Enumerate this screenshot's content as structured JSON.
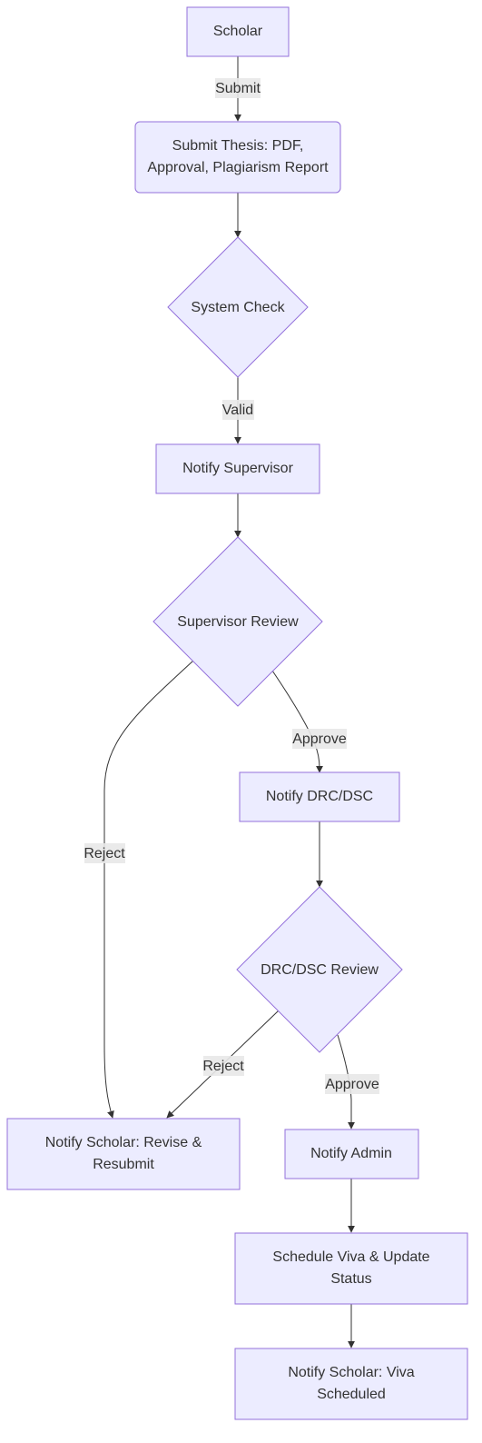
{
  "nodes": {
    "scholar": "Scholar",
    "submit_thesis": [
      "Submit Thesis: PDF,",
      "Approval, Plagiarism Report"
    ],
    "system_check": "System Check",
    "notify_supervisor": "Notify Supervisor",
    "supervisor_review": "Supervisor Review",
    "notify_drc_dsc": "Notify DRC/DSC",
    "drc_dsc_review": "DRC/DSC Review",
    "notify_scholar_revise": [
      "Notify Scholar: Revise &",
      "Resubmit"
    ],
    "notify_admin": "Notify Admin",
    "schedule_viva": [
      "Schedule Viva & Update",
      "Status"
    ],
    "notify_scholar_viva": [
      "Notify Scholar: Viva",
      "Scheduled"
    ]
  },
  "edges": {
    "submit": "Submit",
    "valid": "Valid",
    "supervisor_reject": "Reject",
    "supervisor_approve": "Approve",
    "drc_reject": "Reject",
    "drc_approve": "Approve"
  },
  "colors": {
    "node_fill": "#ECECFF",
    "node_stroke": "#9370DB",
    "edge": "#333333",
    "label_bg": "#e8e8e8"
  }
}
